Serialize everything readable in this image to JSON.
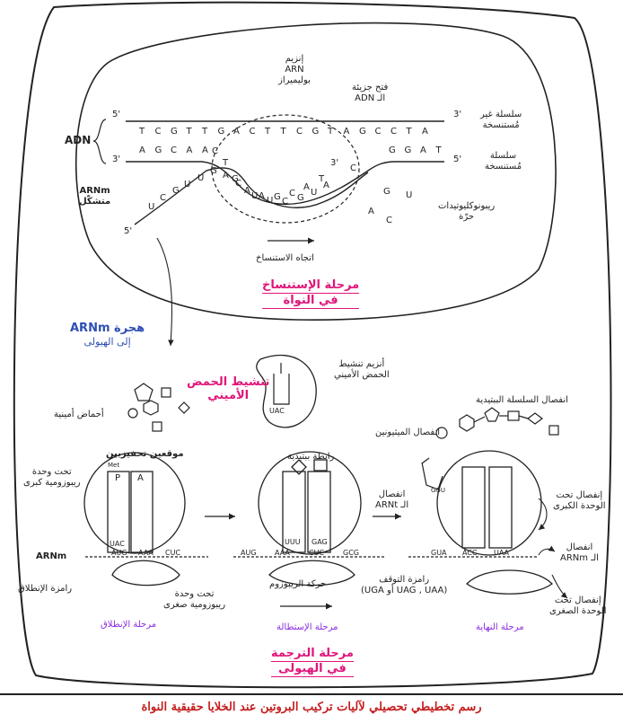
{
  "transcription": {
    "enzyme": [
      "إنزيم",
      "ARN",
      "بوليميراز"
    ],
    "adn_open": [
      "فتح جزيئة",
      "الـ ADN"
    ],
    "adn": "ADN",
    "strand_non_template": [
      "سلسلة غير",
      "مُستنسخة"
    ],
    "strand_template": [
      "سلسلة",
      "مُستنسخة"
    ],
    "arnm_forming": [
      "ARNm",
      "متشكّل"
    ],
    "nucleotides": [
      "ريبونوكليوتيدات",
      "حرّة"
    ],
    "direction": "اتجاه الاستنساخ",
    "stage_title": [
      "مرحلة الإستنساخ",
      "في النواة"
    ],
    "top_bases": [
      "T",
      "C",
      "G",
      "T",
      "T",
      "G",
      "A",
      "C",
      "T",
      "T",
      "C",
      "G",
      "T",
      "A",
      "G",
      "C",
      "C",
      "T",
      "A"
    ],
    "bottom_left_bases": [
      "A",
      "G",
      "C",
      "A",
      "A"
    ],
    "bottom_right_bases": [
      "G",
      "G",
      "A",
      "T"
    ],
    "arn_bases": [
      "U",
      "C",
      "G",
      "U",
      "U",
      "G",
      "A",
      "C",
      "U",
      "U",
      "C",
      "G",
      "U",
      "A"
    ],
    "template_inner": [
      "C",
      "T",
      "G",
      "A",
      "A",
      "G",
      "C",
      "A",
      "T",
      "C"
    ],
    "free_bases": [
      "G",
      "U",
      "C",
      "A"
    ],
    "end_5": "5'",
    "end_3": "3'"
  },
  "migration": [
    "هجرة ARNm",
    "إلى الهيولى"
  ],
  "activation": {
    "amino_acids": "أحماض أمينية",
    "title": [
      "تنشيط الحمض",
      "الأميني"
    ],
    "enzyme": [
      "أنزيم تنشيط",
      "الحمض الأميني"
    ],
    "anticodon": "UAC"
  },
  "initiation": {
    "sites": "موقعين تحفيزيين",
    "large_subunit": [
      "تحت وحدة",
      "ريبوزومية كبرى"
    ],
    "small_subunit": [
      "تحت وحدة",
      "ريبوزومية صغرى"
    ],
    "start_codon": "رامزة الإنطلاق",
    "arnm": "ARNm",
    "p": "P",
    "a": "A",
    "met": "Met",
    "codons": [
      "AUG",
      "AAA",
      "CUC"
    ],
    "anticodon": "UAC",
    "stage": "مرحلة الإنطلاق"
  },
  "elongation": {
    "peptide_bond": "رابطة ببتيدية",
    "codons": [
      "AUG",
      "AAA",
      "CUC",
      "GCG"
    ],
    "anticodons": [
      "UUU",
      "GAG"
    ],
    "movement": "حركة الريبوزوم",
    "stage": "مرحلة الإستطالة"
  },
  "termination": {
    "chain_release": "انفصال السلسلة الببتيدية",
    "met_release": "انفصال الميثيونين",
    "trna_release": [
      "انفصال",
      "الـ ARNt"
    ],
    "large_release": [
      "إنفصال تحت",
      "الوحدة الكبرى"
    ],
    "arnm_release": [
      "انفصال",
      "الـ ARNm"
    ],
    "stop_codon": [
      "رامزة التوقف",
      "(UGA أو UAG , UAA)"
    ],
    "small_release": [
      "إنفصال تحت",
      "الوحدة الصغرى"
    ],
    "codons": [
      "GUA",
      "ACC",
      "UAA"
    ],
    "trna_anticodon": "GGU",
    "stage": "مرحلة النهاية"
  },
  "translation_title": [
    "مرحلة الترجمة",
    "في الهيولى"
  ],
  "caption": "رسم تخطيطي تحصيلي لآليات تركيب البروتين عند الخلايا حقيقية النواة",
  "colors": {
    "stage_title": "#e0157a",
    "stage_small": "#8a2be2",
    "migration": "#2e4fb3",
    "caption": "#c41e1e"
  }
}
